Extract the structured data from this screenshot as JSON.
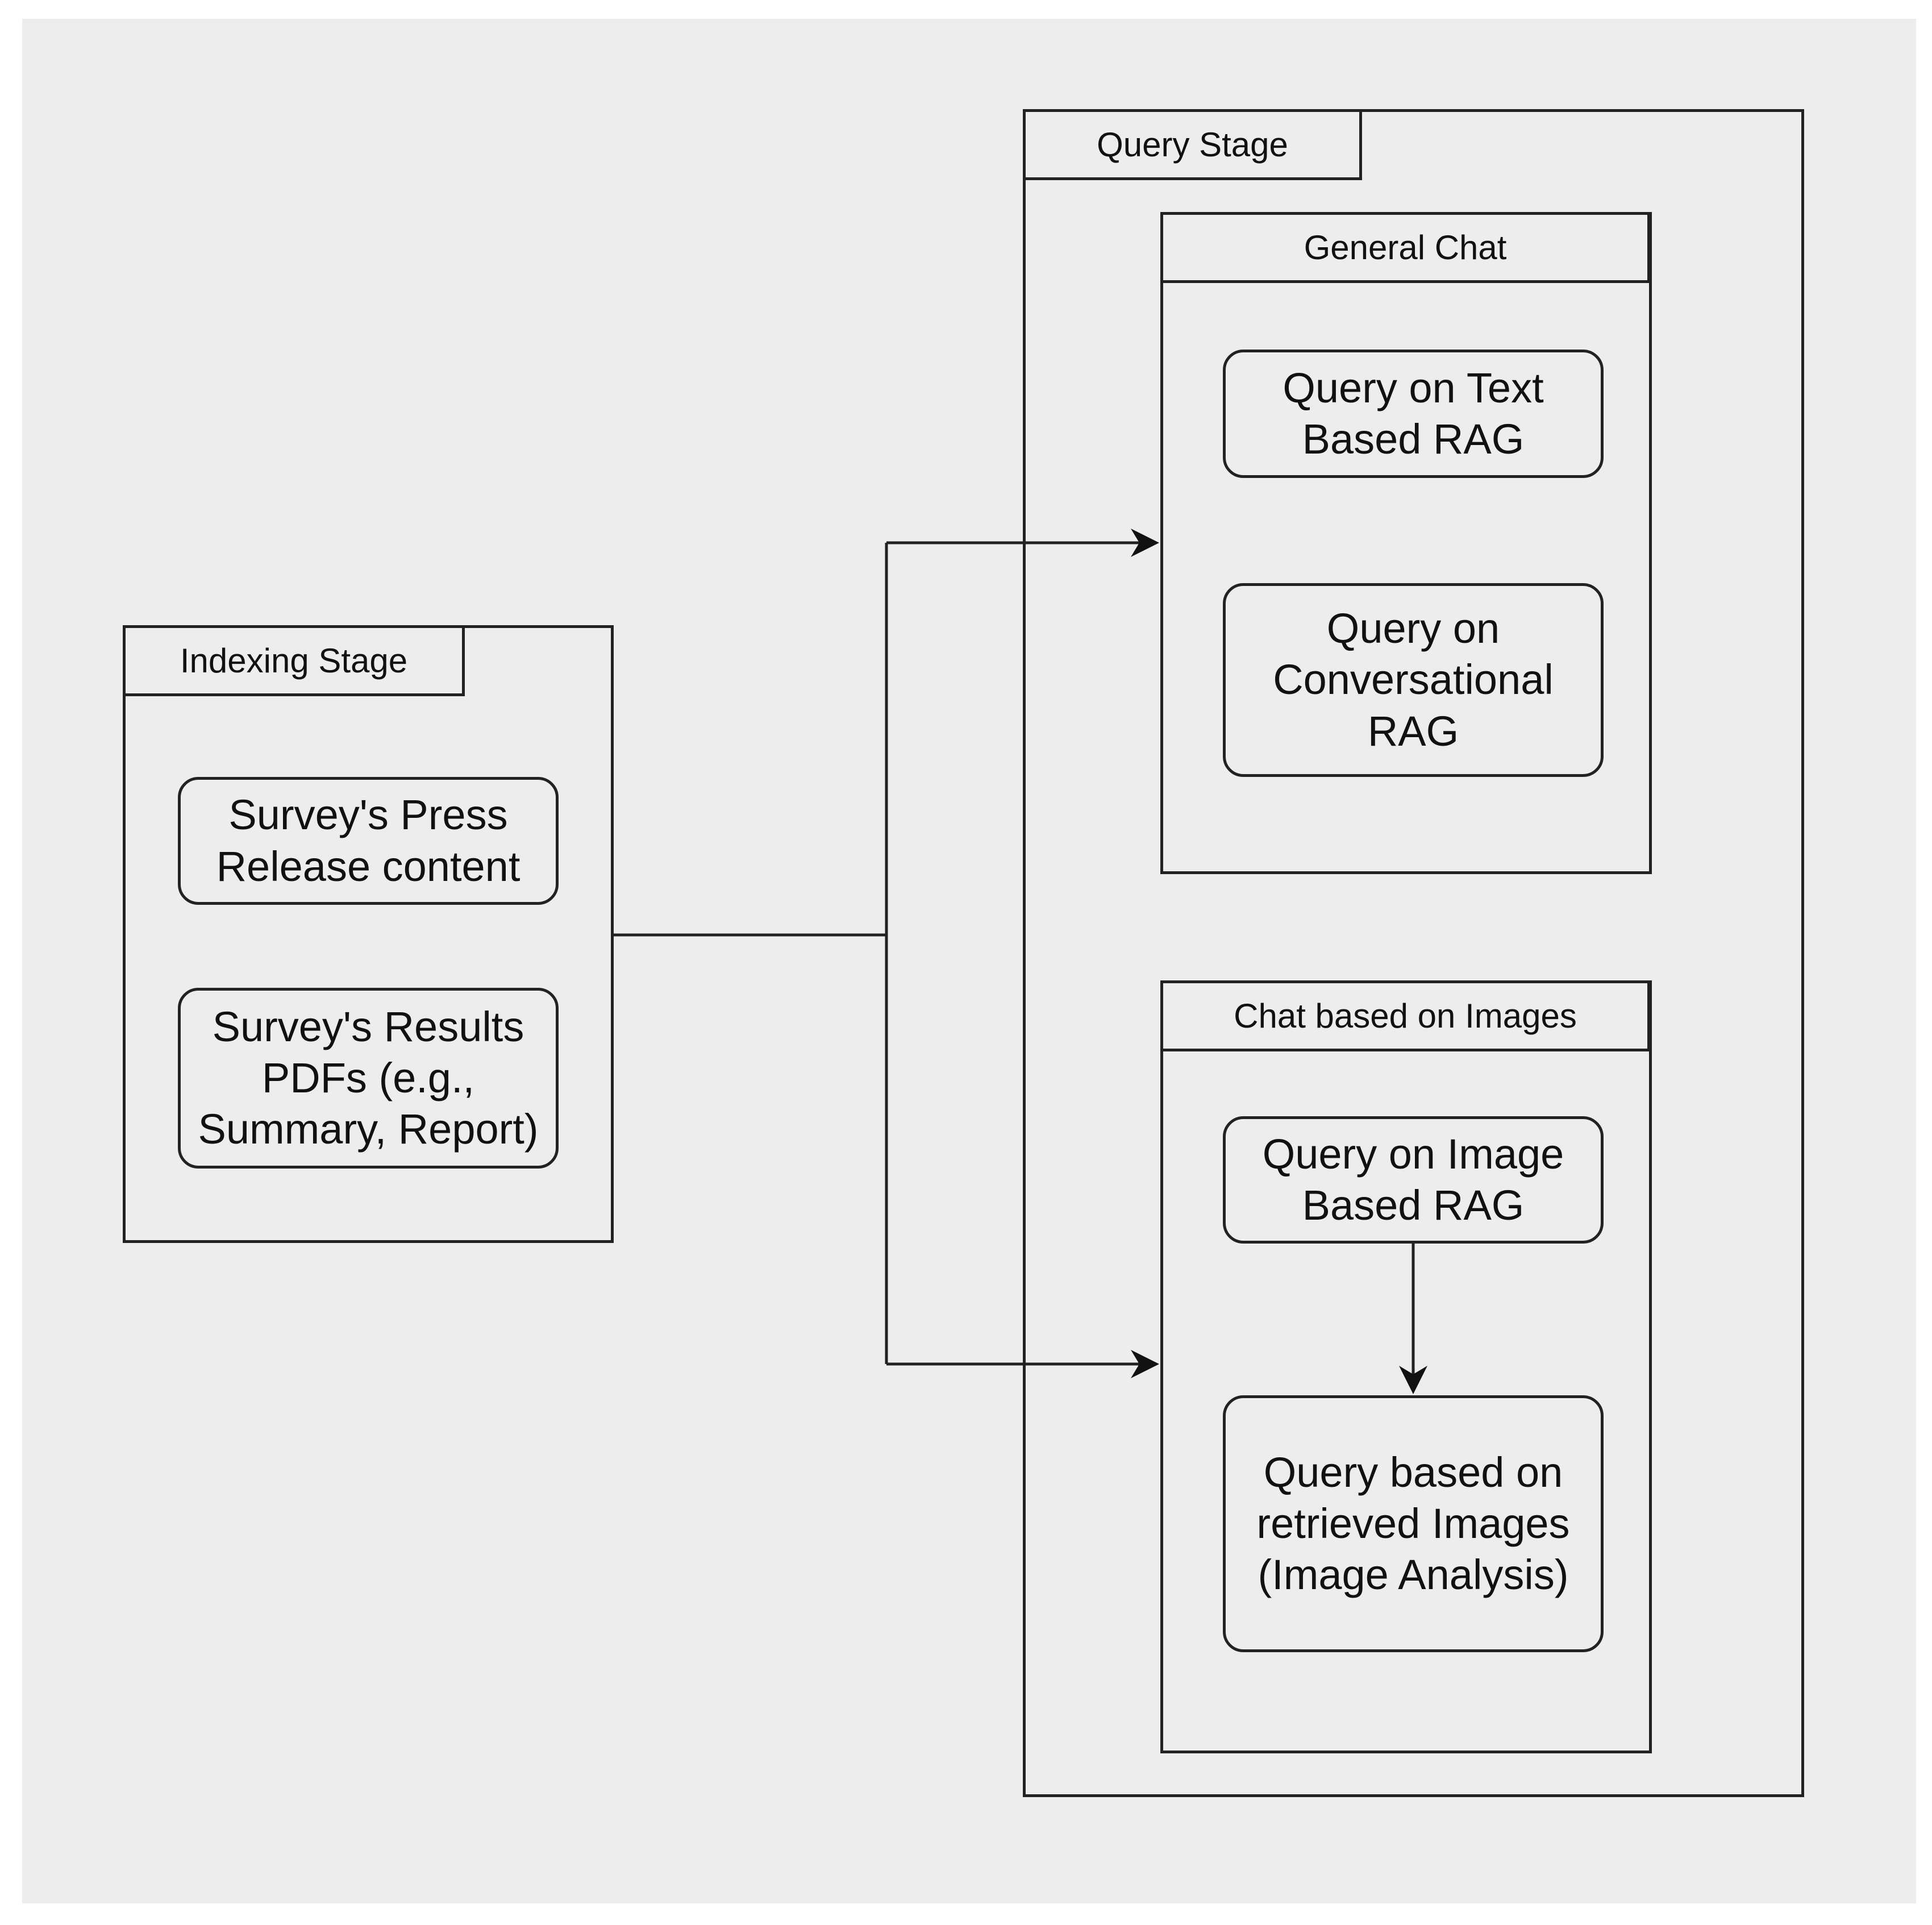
{
  "indexing": {
    "title": "Indexing Stage",
    "items": [
      "Survey's Press\nRelease content",
      "Survey's Results\nPDFs (e.g.,\nSummary, Report)"
    ]
  },
  "query": {
    "title": "Query Stage",
    "general_chat": {
      "title": "General Chat",
      "items": [
        "Query on Text\nBased RAG",
        "Query on\nConversational\nRAG"
      ]
    },
    "image_chat": {
      "title": "Chat based on Images",
      "items": [
        "Query on Image\nBased RAG",
        "Query based on\nretrieved Images\n(Image Analysis)"
      ]
    }
  },
  "colors": {
    "background": "#ededed",
    "stroke": "#222222",
    "text": "#111111"
  }
}
